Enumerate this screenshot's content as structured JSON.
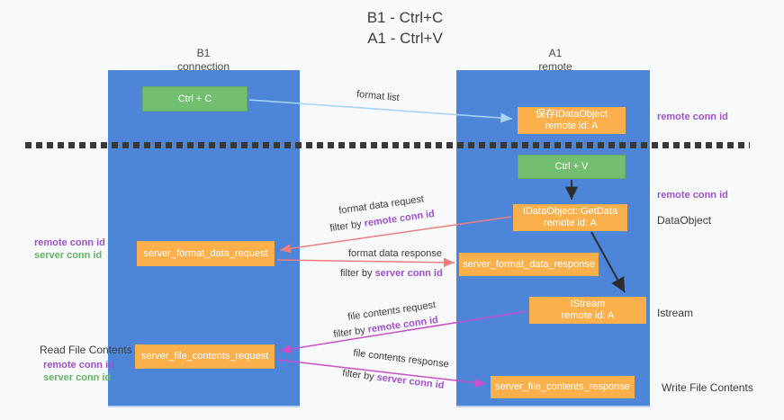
{
  "title": {
    "line1": "B1 - Ctrl+C",
    "line2": "A1 - Ctrl+V"
  },
  "columns": {
    "left": {
      "name": "B1",
      "role": "connection"
    },
    "right": {
      "name": "A1",
      "role": "remote"
    }
  },
  "nodes": {
    "ctrl_c": "Ctrl + C",
    "ctrl_v": "Ctrl + V",
    "save_idataobject": {
      "line1": "保存IDataObject",
      "line2": "remote id: A"
    },
    "idataobject_getdata": {
      "line1": "IDataObject::GetData",
      "line2": "remote id: A"
    },
    "istream": {
      "line1": "IStream",
      "line2": "remote id: A"
    },
    "server_format_data_request": "server_format_data_request",
    "server_format_data_response": "server_format_data_response",
    "server_file_contents_request": "server_file_contents_request",
    "server_file_contents_response": "server_file_contents_response"
  },
  "edge_labels": {
    "format_list": "format list",
    "format_data_request": "format data request",
    "format_data_response": "format data response",
    "file_contents_request": "file contents request",
    "file_contents_response": "file contents response",
    "filter_by": "filter by ",
    "remote_conn_id": "remote conn id",
    "server_conn_id": "server conn id"
  },
  "side_labels": {
    "right_remote_conn_id_top": "remote conn id",
    "right_remote_conn_id_mid": "remote conn id",
    "dataobject": "DataObject",
    "istream": "Istream",
    "write_file_contents": "Write File Contents",
    "left_remote_conn_id_top": "remote conn id",
    "left_server_conn_id_top": "server conn id",
    "read_file_contents": "Read File Contents",
    "left_remote_conn_id_bottom": "remote conn id",
    "left_server_conn_id_bottom": "server conn id"
  },
  "colors": {
    "background": "#f8f9fa",
    "column_blue": "#4d86d8",
    "box_green": "#71bf6f",
    "box_orange": "#fbb04b",
    "arrow_light_blue": "#aad4f5",
    "arrow_red": "#ee7e7e",
    "arrow_magenta": "#cb4ecb",
    "arrow_black": "#2d2d2d",
    "text_purple": "#a24fd0",
    "text_green": "#62b862"
  }
}
